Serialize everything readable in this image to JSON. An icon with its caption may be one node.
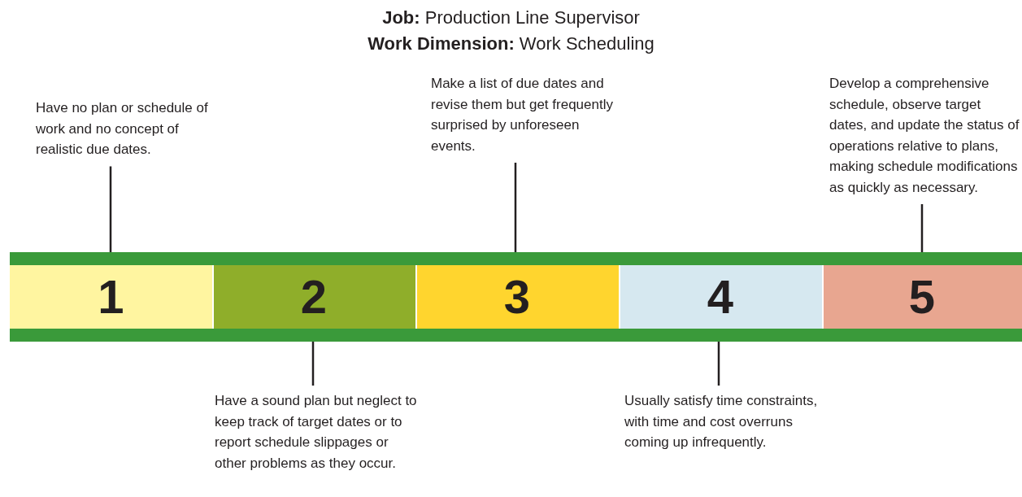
{
  "diagram": {
    "title": "**Job:** Production Line Supervisor",
    "labels": [
      "**Work Dimension:** Work Scheduling"
    ],
    "nodes": [
      {
        "text": [
          "1"
        ]
      },
      {
        "text": [
          "2"
        ]
      },
      {
        "text": [
          "3"
        ]
      },
      {
        "text": [
          "4"
        ]
      },
      {
        "text": [
          "5"
        ]
      },
      {
        "text": [
          "Have no plan or schedule of work and no concept of realistic due dates."
        ]
      },
      {
        "text": [
          "Have a sound plan but neglect to keep track of target dates or to report schedule slippages or other problems as they occur."
        ]
      },
      {
        "text": [
          "Make a list of due dates and revise them but get frequently surprised by unforeseen events."
        ]
      },
      {
        "text": [
          "Usually satisfy time constraints, with time and cost overruns coming up infrequently."
        ]
      },
      {
        "text": [
          "Develop a comprehensive schedule, observe target dates, and update the status of operations relative to plans, making schedule modifications as quickly as necessary."
        ]
      }
    ],
    "edges": [
      {
        "from": 5,
        "to": 0,
        "arrow": "none"
      },
      {
        "from": 6,
        "to": 1,
        "arrow": "none"
      },
      {
        "from": 7,
        "to": 2,
        "arrow": "none"
      },
      {
        "from": 8,
        "to": 3,
        "arrow": "none"
      },
      {
        "from": 9,
        "to": 4,
        "arrow": "none"
      }
    ]
  }
}
